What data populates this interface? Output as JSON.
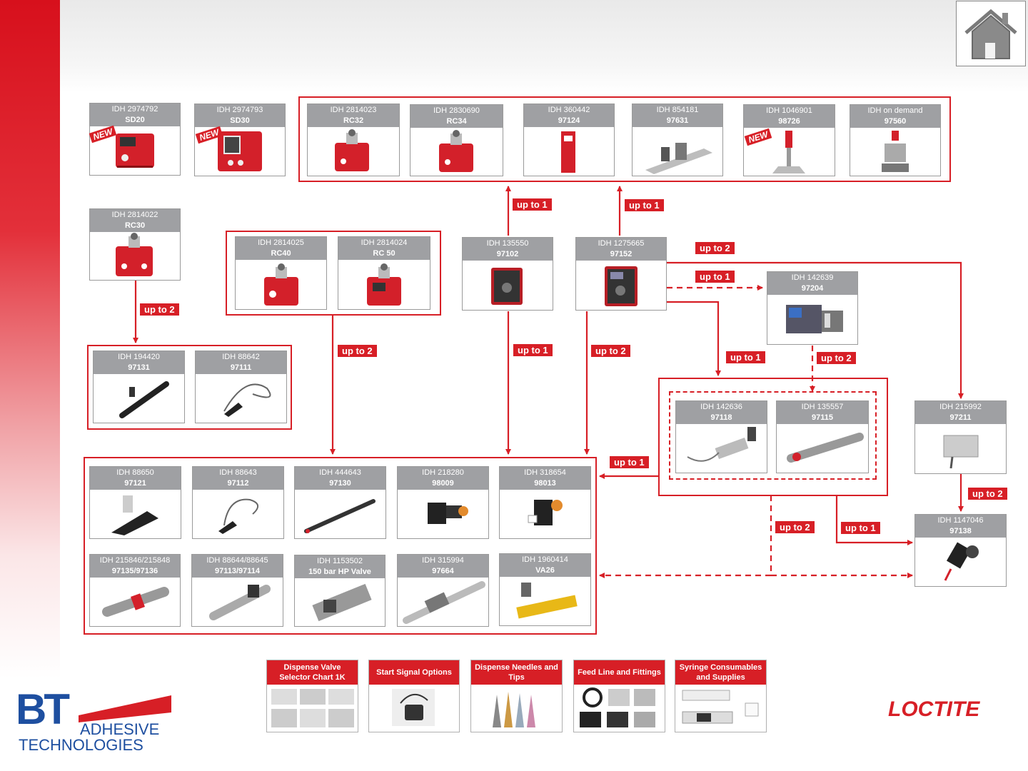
{
  "colors": {
    "brand_red": "#d71f26",
    "header_gray": "#9fa0a3",
    "bt_blue": "#1e4fa0"
  },
  "home": {
    "icon": "house-icon"
  },
  "cards": {
    "sd20": {
      "idh": "IDH 2974792",
      "code": "SD20",
      "new": "NEW"
    },
    "sd30": {
      "idh": "IDH 2974793",
      "code": "SD30",
      "new": "NEW"
    },
    "rc32": {
      "idh": "IDH 2814023",
      "code": "RC32"
    },
    "rc34": {
      "idh": "IDH 2830690",
      "code": "RC34"
    },
    "c97124": {
      "idh": "IDH 360442",
      "code": "97124"
    },
    "c97631": {
      "idh": "IDH 854181",
      "code": "97631"
    },
    "c98726": {
      "idh": "IDH 1046901",
      "code": "98726",
      "new": "NEW"
    },
    "c97560": {
      "idh": "IDH on demand",
      "code": "97560"
    },
    "rc30": {
      "idh": "IDH 2814022",
      "code": "RC30"
    },
    "rc40": {
      "idh": "IDH 2814025",
      "code": "RC40"
    },
    "rc50": {
      "idh": "IDH 2814024",
      "code": "RC 50"
    },
    "c97102": {
      "idh": "IDH 135550",
      "code": "97102"
    },
    "c97152": {
      "idh": "IDH 1275665",
      "code": "97152"
    },
    "c97204": {
      "idh": "IDH 142639",
      "code": "97204"
    },
    "c97131": {
      "idh": "IDH 194420",
      "code": "97131"
    },
    "c97111": {
      "idh": "IDH 88642",
      "code": "97111"
    },
    "c97118": {
      "idh": "IDH 142636",
      "code": "97118"
    },
    "c97115": {
      "idh": "IDH 135557",
      "code": "97115"
    },
    "c97211": {
      "idh": "IDH 215992",
      "code": "97211"
    },
    "c97121": {
      "idh": "IDH 88650",
      "code": "97121"
    },
    "c97112": {
      "idh": "IDH 88643",
      "code": "97112"
    },
    "c97130": {
      "idh": "IDH 444643",
      "code": "97130"
    },
    "c98009": {
      "idh": "IDH 218280",
      "code": "98009"
    },
    "c98013": {
      "idh": "IDH 318654",
      "code": "98013"
    },
    "c97135": {
      "idh": "IDH 215846/215848",
      "code": "97135/97136"
    },
    "c97113": {
      "idh": "IDH 88644/88645",
      "code": "97113/97114"
    },
    "hpvalve": {
      "idh": "IDH 1153502",
      "code": "150 bar HP Valve"
    },
    "c97664": {
      "idh": "IDH 315994",
      "code": "97664"
    },
    "va26": {
      "idh": "IDH 1960414",
      "code": "VA26"
    },
    "c97138": {
      "idh": "IDH 1147046",
      "code": "97138"
    }
  },
  "labels": {
    "l1": "up to 1",
    "l2": "up to 1",
    "l3": "up to 2",
    "l4": "up to 1",
    "l5": "up to 2",
    "l6": "up to 2",
    "l7": "up to 1",
    "l8": "up to 2",
    "l9": "up to 1",
    "l10": "up to 2",
    "l11": "up to 1",
    "l12": "up to 2",
    "l13": "up to 2",
    "l14": "up to 1"
  },
  "footer_links": {
    "valve_chart": "Dispense Valve Selector Chart 1K",
    "start_signal": "Start Signal Options",
    "needles": "Dispense Needles and Tips",
    "feed_line": "Feed Line and Fittings",
    "syringe": "Syringe Consumables and Supplies"
  },
  "logos": {
    "bt_letters": "BT",
    "bt_line1": "ADHESIVE",
    "bt_line2": "TECHNOLOGIES",
    "loctite": "LOCTITE"
  }
}
